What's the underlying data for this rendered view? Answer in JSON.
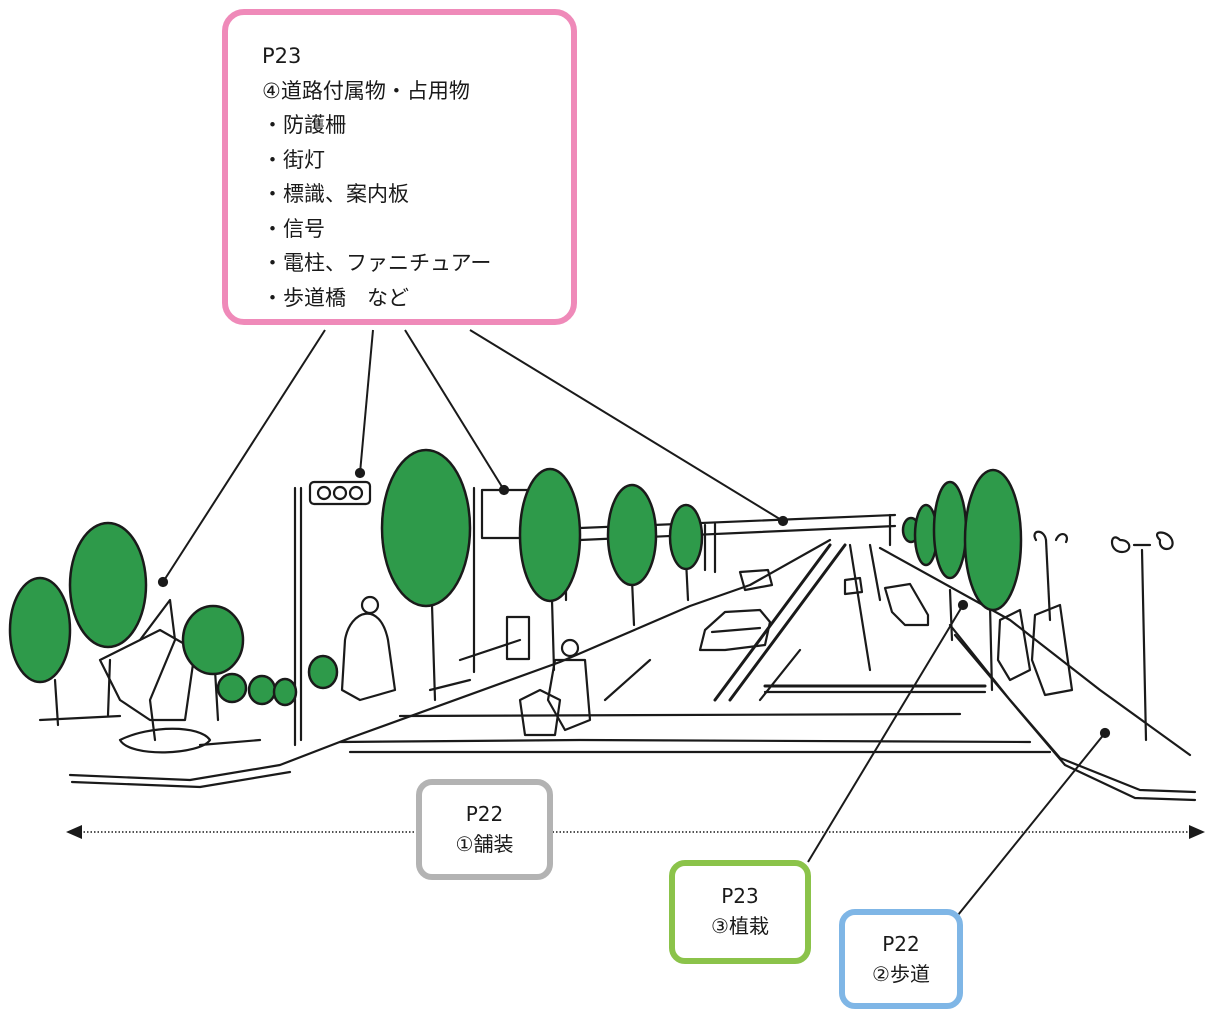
{
  "callouts": {
    "fixtures": {
      "page": "P23",
      "title": "④道路付属物・占用物",
      "items": [
        "・防護柵",
        "・街灯",
        "・標識、案内板",
        "・信号",
        "・電柱、ファニチュアー",
        "・歩道橋　など"
      ],
      "border_color": "#ef8ab9"
    },
    "paving": {
      "page": "P22",
      "label": "①舗装",
      "border_color": "#b3b3b3"
    },
    "planting": {
      "page": "P23",
      "label": "③植栽",
      "border_color": "#8bc34a"
    },
    "sidewalk": {
      "page": "P22",
      "label": "②歩道",
      "border_color": "#7fb6e6"
    }
  },
  "colors": {
    "tree_green": "#2e9a4a",
    "ink": "#1a1a1a"
  },
  "illustration": "hand-drawn-street-scene"
}
